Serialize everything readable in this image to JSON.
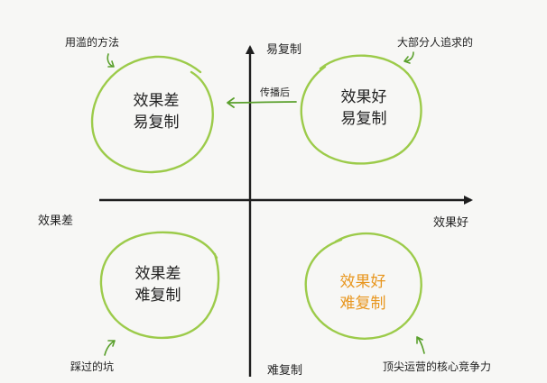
{
  "axes": {
    "top": "易复制",
    "bottom": "难复制",
    "left": "效果差",
    "right": "效果好"
  },
  "quadrants": {
    "top_left": {
      "line1": "效果差",
      "line2": "易复制"
    },
    "top_right": {
      "line1": "效果好",
      "line2": "易复制"
    },
    "bottom_left": {
      "line1": "效果差",
      "line2": "难复制"
    },
    "bottom_right": {
      "line1": "效果好",
      "line2": "难复制"
    }
  },
  "annotations": {
    "top_left": "用滥的方法",
    "top_right": "大部分人追求的",
    "bottom_left": "踩过的坑",
    "bottom_right": "顶尖运营的核心竞争力",
    "transfer_arrow": "传播后"
  },
  "colors": {
    "circle_stroke": "#9ccb4a",
    "accent_text": "#e8961e",
    "axis": "#1e1e1e"
  }
}
